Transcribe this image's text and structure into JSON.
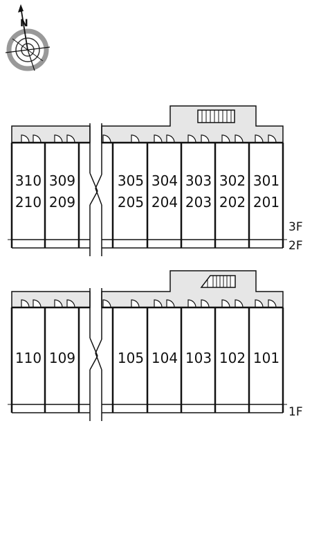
{
  "compass": {
    "north_label": "N"
  },
  "colors": {
    "corridor": "#e6e6e6",
    "line": "#111111",
    "background": "#ffffff"
  },
  "upper_block": {
    "floor_labels": [
      "3F",
      "2F"
    ],
    "rows": [
      [
        "310",
        "309",
        "305",
        "304",
        "303",
        "302",
        "301"
      ],
      [
        "210",
        "209",
        "205",
        "204",
        "203",
        "202",
        "201"
      ]
    ]
  },
  "lower_block": {
    "floor_labels": [
      "1F"
    ],
    "rows": [
      [
        "110",
        "109",
        "105",
        "104",
        "103",
        "102",
        "101"
      ]
    ]
  }
}
